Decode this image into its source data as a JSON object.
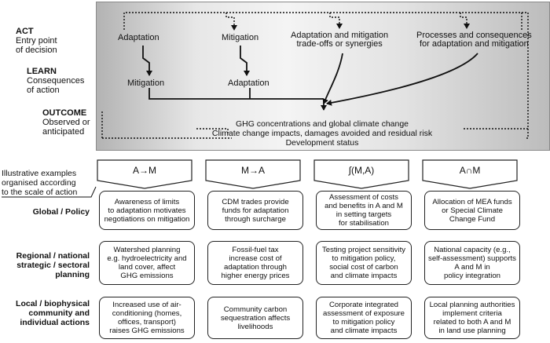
{
  "left_labels": {
    "act": {
      "title": "ACT",
      "sub": "Entry point\nof decision"
    },
    "learn": {
      "title": "LEARN",
      "sub": "Consequences\nof action"
    },
    "outcome": {
      "title": "OUTCOME",
      "sub": "Observed or\nanticipated"
    }
  },
  "flow_nodes": {
    "col1_top": "Adaptation",
    "col1_bottom": "Mitigation",
    "col2_top": "Mitigation",
    "col2_bottom": "Adaptation",
    "col3_top": "Adaptation and mitigation\ntrade-offs or synergies",
    "col4_top": "Processes and consequences\nfor adaptation and mitigation"
  },
  "outcome_lines": [
    "GHG concentrations and global climate change",
    "Climate change impacts, damages avoided and residual risk",
    "Development status"
  ],
  "examples_label": "Illustrative examples\norganised according\nto the scale of action",
  "column_headers": [
    "A→M",
    "M→A",
    "∫(M,A)",
    "A∩M"
  ],
  "rows": [
    {
      "label": "Global / Policy",
      "cells": [
        "Awareness of limits\nto adaptation motivates\nnegotiations on mitigation",
        "CDM trades provide\nfunds for adaptation\nthrough surcharge",
        "Assessment of costs\nand benefits in A and M\nin setting targets\nfor stabilisation",
        "Allocation of MEA funds\nor Special Climate\nChange Fund"
      ]
    },
    {
      "label": "Regional / national\nstrategic / sectoral\nplanning",
      "cells": [
        "Watershed planning\ne.g. hydroelectricity and\nland cover, affect\nGHG emissions",
        "Fossil-fuel tax\nincrease cost of\nadaptation through\nhigher energy prices",
        "Testing project sensitivity\nto mitigation policy,\nsocial cost of carbon\nand climate impacts",
        "National capacity (e.g.,\nself-assessment) supports\nA and M in\npolicy integration"
      ]
    },
    {
      "label": "Local / biophysical\ncommunity and\nindividual actions",
      "cells": [
        "Increased use of air-\nconditioning (homes,\noffices, transport)\nraises GHG emissions",
        "Community carbon\nsequestration affects\nlivelihoods",
        "Corporate integrated\nassessment of exposure\nto mitigation policy\nand climate impacts",
        "Local planning authorities\nimplement criteria\nrelated to both A and M\nin land use planning"
      ]
    }
  ]
}
